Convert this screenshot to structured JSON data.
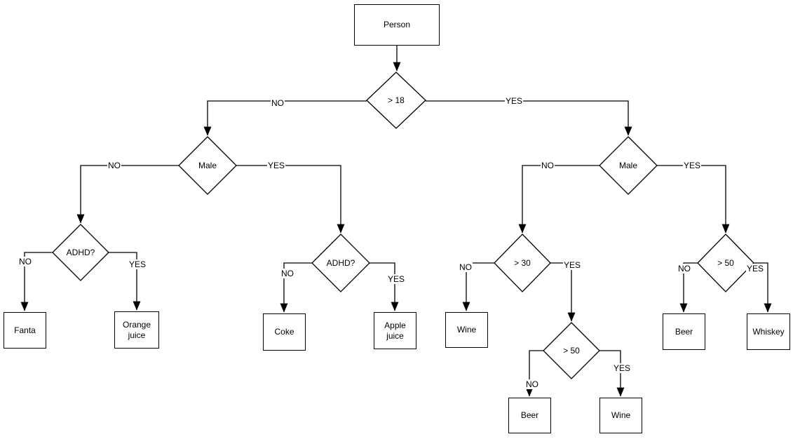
{
  "diagram": {
    "type": "decision-tree-flowchart",
    "background": "#ffffff",
    "stroke_color": "#000000",
    "text_color": "#000000",
    "nodes": [
      {
        "id": "person",
        "shape": "rectangle",
        "label": "Person"
      },
      {
        "id": "age-over-18",
        "shape": "diamond",
        "label": "> 18"
      },
      {
        "id": "male-under-18",
        "shape": "diamond",
        "label": "Male"
      },
      {
        "id": "adhd-left",
        "shape": "diamond",
        "label": "ADHD?"
      },
      {
        "id": "adhd-right",
        "shape": "diamond",
        "label": "ADHD?"
      },
      {
        "id": "male-over-18",
        "shape": "diamond",
        "label": "Male"
      },
      {
        "id": "age-over-30",
        "shape": "diamond",
        "label": "> 30"
      },
      {
        "id": "age-over-50-mid",
        "shape": "diamond",
        "label": "> 50"
      },
      {
        "id": "age-over-50-right",
        "shape": "diamond",
        "label": "> 50"
      },
      {
        "id": "fanta",
        "shape": "rectangle",
        "label": "Fanta"
      },
      {
        "id": "orange-juice",
        "shape": "rectangle",
        "label": "Orange juice"
      },
      {
        "id": "coke",
        "shape": "rectangle",
        "label": "Coke"
      },
      {
        "id": "apple-juice",
        "shape": "rectangle",
        "label": "Apple juice"
      },
      {
        "id": "wine-left",
        "shape": "rectangle",
        "label": "Wine"
      },
      {
        "id": "beer-bottom",
        "shape": "rectangle",
        "label": "Beer"
      },
      {
        "id": "wine-bottom",
        "shape": "rectangle",
        "label": "Wine"
      },
      {
        "id": "beer-right",
        "shape": "rectangle",
        "label": "Beer"
      },
      {
        "id": "whiskey",
        "shape": "rectangle",
        "label": "Whiskey"
      }
    ],
    "edges": [
      {
        "from": "person",
        "to": "age-over-18",
        "label": ""
      },
      {
        "from": "age-over-18",
        "to": "male-under-18",
        "label": "NO"
      },
      {
        "from": "age-over-18",
        "to": "male-over-18",
        "label": "YES"
      },
      {
        "from": "male-under-18",
        "to": "adhd-left",
        "label": "NO"
      },
      {
        "from": "male-under-18",
        "to": "adhd-right",
        "label": "YES"
      },
      {
        "from": "adhd-left",
        "to": "fanta",
        "label": "NO"
      },
      {
        "from": "adhd-left",
        "to": "orange-juice",
        "label": "YES"
      },
      {
        "from": "adhd-right",
        "to": "coke",
        "label": "NO"
      },
      {
        "from": "adhd-right",
        "to": "apple-juice",
        "label": "YES"
      },
      {
        "from": "male-over-18",
        "to": "age-over-30",
        "label": "NO"
      },
      {
        "from": "male-over-18",
        "to": "age-over-50-right",
        "label": "YES"
      },
      {
        "from": "age-over-30",
        "to": "wine-left",
        "label": "NO"
      },
      {
        "from": "age-over-30",
        "to": "age-over-50-mid",
        "label": "YES"
      },
      {
        "from": "age-over-50-mid",
        "to": "beer-bottom",
        "label": "NO"
      },
      {
        "from": "age-over-50-mid",
        "to": "wine-bottom",
        "label": "YES"
      },
      {
        "from": "age-over-50-right",
        "to": "beer-right",
        "label": "NO"
      },
      {
        "from": "age-over-50-right",
        "to": "whiskey",
        "label": "YES"
      }
    ]
  }
}
